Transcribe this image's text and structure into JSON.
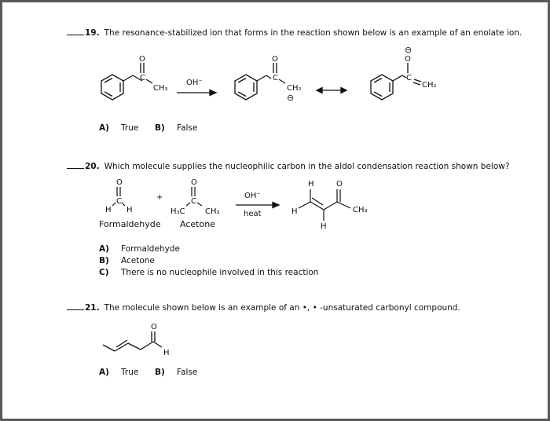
{
  "questions": [
    {
      "number": "19.",
      "text": "The resonance-stabilized ion that forms in the reaction shown below is an example of an enolate ion.",
      "scheme": {
        "reagent": "OH⁻",
        "ch3": "CH₃",
        "ch2": "CH₂",
        "o": "O",
        "c": "C",
        "minus": "⊖"
      },
      "options": [
        {
          "letter": "A)",
          "text": "True"
        },
        {
          "letter": "B)",
          "text": "False"
        }
      ]
    },
    {
      "number": "20.",
      "text": "Which molecule supplies the nucleophilic carbon in the aldol condensation reaction shown below?",
      "scheme": {
        "reagent_top": "OH⁻",
        "reagent_bottom": "heat",
        "plus": "+",
        "h": "H",
        "h3c": "H₃C",
        "ch3": "CH₃",
        "o": "O",
        "c": "C",
        "name_1": "Formaldehyde",
        "name_2": "Acetone"
      },
      "options": [
        {
          "letter": "A)",
          "text": "Formaldehyde"
        },
        {
          "letter": "B)",
          "text": "Acetone"
        },
        {
          "letter": "C)",
          "text": "There is no nucleophile involved in this reaction"
        }
      ]
    },
    {
      "number": "21.",
      "text": "The molecule shown below is an example of an •, • -unsaturated carbonyl compound.",
      "scheme": {
        "o": "O",
        "h": "H"
      },
      "options": [
        {
          "letter": "A)",
          "text": "True"
        },
        {
          "letter": "B)",
          "text": "False"
        }
      ]
    }
  ]
}
